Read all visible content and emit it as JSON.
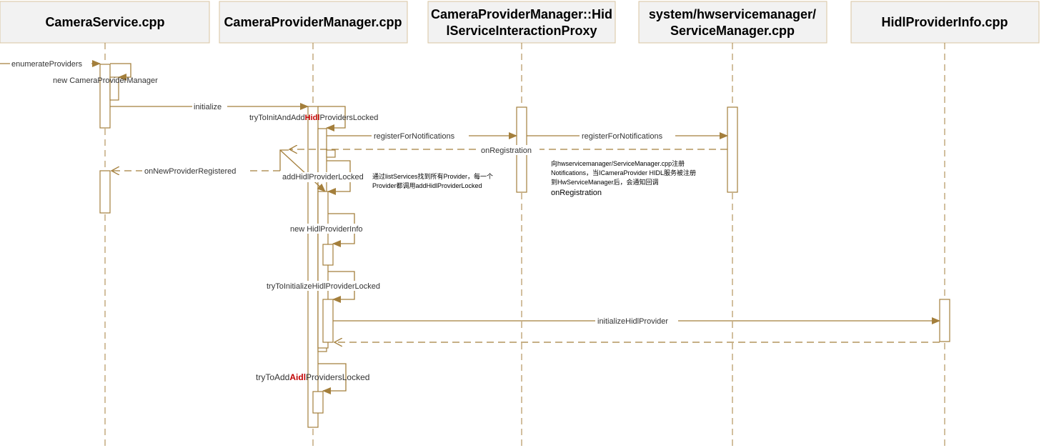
{
  "colors": {
    "line": "#a47f3c",
    "header_fill": "#f2f2f2",
    "header_border": "#d8c4a0",
    "highlight": "#c00000"
  },
  "participants": [
    {
      "id": "camera-service",
      "label": [
        "CameraService.cpp"
      ]
    },
    {
      "id": "camera-provider-manager",
      "label": [
        "CameraProviderManager.cpp"
      ]
    },
    {
      "id": "hidl-proxy",
      "label": [
        "CameraProviderManager::Hid",
        "lServiceInteractionProxy"
      ]
    },
    {
      "id": "service-manager",
      "label": [
        "system/hwservicemanager/",
        "ServiceManager.cpp"
      ]
    },
    {
      "id": "hidl-provider-info",
      "label": [
        "HidlProviderInfo.cpp"
      ]
    }
  ],
  "messages": {
    "enumerate_providers": "enumerateProviders",
    "new_camera_provider_manager": "new CameraProviderManager",
    "initialize": "initialize",
    "try_init_hidl_pre": "tryToInitAndAdd",
    "try_init_hidl_red": "Hidl",
    "try_init_hidl_post": "ProvidersLocked",
    "register_for_notifications_1": "registerForNotifications",
    "register_for_notifications_2": "registerForNotifications",
    "on_registration": "onRegistration",
    "on_new_provider_registered": "onNewProviderRegistered",
    "add_hidl_provider_locked": "addHidlProviderLocked",
    "new_hidl_provider_info": "new HidlProviderInfo",
    "try_initialize_hidl_provider_locked": "tryToInitializeHidlProviderLocked",
    "initialize_hidl_provider": "initializeHidlProvider",
    "try_add_aidl_pre": "tryToAdd",
    "try_add_aidl_red": "Aidl",
    "try_add_aidl_post": "ProvidersLocked"
  },
  "notes": {
    "list_services": [
      "通过listServices找到所有Provider，每一个",
      "Provider都调用addHidlProviderLocked"
    ],
    "registration": [
      "向hwservicemanager/ServiceManager.cpp注册",
      "Notifications，当ICameraProvider HIDL服务被注册",
      "到HwServiceManager后，会通知回调"
    ],
    "registration_last": "onRegistration"
  }
}
